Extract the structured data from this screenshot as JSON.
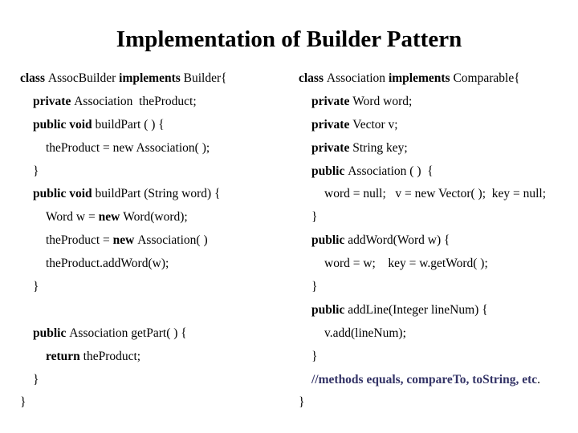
{
  "title": "Implementation of Builder Pattern",
  "colors": {
    "text": "#000000",
    "comment": "#333366",
    "background": "#ffffff"
  },
  "left_column": {
    "lines": [
      {
        "indent": 0,
        "segments": [
          {
            "text": "class ",
            "bold": true
          },
          {
            "text": "AssocBuilder ",
            "bold": false
          },
          {
            "text": "implements ",
            "bold": true
          },
          {
            "text": "Builder{",
            "bold": false
          }
        ]
      },
      {
        "indent": 1,
        "segments": [
          {
            "text": "private ",
            "bold": true
          },
          {
            "text": "Association  theProduct;",
            "bold": false
          }
        ]
      },
      {
        "indent": 1,
        "segments": [
          {
            "text": "public void ",
            "bold": true
          },
          {
            "text": "buildPart ( ) {",
            "bold": false
          }
        ]
      },
      {
        "indent": 2,
        "segments": [
          {
            "text": "theProduct = new Association( );",
            "bold": false
          }
        ]
      },
      {
        "indent": 1,
        "segments": [
          {
            "text": "}",
            "bold": false
          }
        ]
      },
      {
        "indent": 1,
        "segments": [
          {
            "text": "public void ",
            "bold": true
          },
          {
            "text": "buildPart (String word) {",
            "bold": false
          }
        ]
      },
      {
        "indent": 2,
        "segments": [
          {
            "text": "Word w = ",
            "bold": false
          },
          {
            "text": "new ",
            "bold": true
          },
          {
            "text": "Word(word);",
            "bold": false
          }
        ]
      },
      {
        "indent": 2,
        "segments": [
          {
            "text": "theProduct = ",
            "bold": false
          },
          {
            "text": "new ",
            "bold": true
          },
          {
            "text": "Association( )",
            "bold": false
          }
        ]
      },
      {
        "indent": 2,
        "segments": [
          {
            "text": "theProduct.addWord(w);",
            "bold": false
          }
        ]
      },
      {
        "indent": 1,
        "segments": [
          {
            "text": "}",
            "bold": false
          }
        ]
      },
      {
        "indent": 0,
        "segments": []
      },
      {
        "indent": 1,
        "segments": [
          {
            "text": "public ",
            "bold": true
          },
          {
            "text": "Association getPart( ) {",
            "bold": false
          }
        ]
      },
      {
        "indent": 2,
        "segments": [
          {
            "text": "return ",
            "bold": true
          },
          {
            "text": "theProduct;",
            "bold": false
          }
        ]
      },
      {
        "indent": 1,
        "segments": [
          {
            "text": "}",
            "bold": false
          }
        ]
      },
      {
        "indent": 0,
        "segments": [
          {
            "text": "}",
            "bold": false
          }
        ]
      }
    ]
  },
  "right_column": {
    "lines": [
      {
        "indent": 0,
        "segments": [
          {
            "text": "class ",
            "bold": true
          },
          {
            "text": "Association ",
            "bold": false
          },
          {
            "text": "implements ",
            "bold": true
          },
          {
            "text": "Comparable{",
            "bold": false
          }
        ]
      },
      {
        "indent": 1,
        "segments": [
          {
            "text": "private ",
            "bold": true
          },
          {
            "text": "Word word;",
            "bold": false
          }
        ]
      },
      {
        "indent": 1,
        "segments": [
          {
            "text": "private ",
            "bold": true
          },
          {
            "text": "Vector v;",
            "bold": false
          }
        ]
      },
      {
        "indent": 1,
        "segments": [
          {
            "text": "private ",
            "bold": true
          },
          {
            "text": "String key;",
            "bold": false
          }
        ]
      },
      {
        "indent": 1,
        "segments": [
          {
            "text": "public ",
            "bold": true
          },
          {
            "text": "Association ( )  {",
            "bold": false
          }
        ]
      },
      {
        "indent": 2,
        "segments": [
          {
            "text": "word = null;   v = new Vector( );  key = null;",
            "bold": false
          }
        ]
      },
      {
        "indent": 1,
        "segments": [
          {
            "text": "}",
            "bold": false
          }
        ]
      },
      {
        "indent": 1,
        "segments": [
          {
            "text": "public ",
            "bold": true
          },
          {
            "text": "addWord(Word w) {",
            "bold": false
          }
        ]
      },
      {
        "indent": 2,
        "segments": [
          {
            "text": "word = w;    key = w.getWord( );",
            "bold": false
          }
        ]
      },
      {
        "indent": 1,
        "segments": [
          {
            "text": "}",
            "bold": false
          }
        ]
      },
      {
        "indent": 1,
        "segments": [
          {
            "text": "public ",
            "bold": true
          },
          {
            "text": "addLine(Integer lineNum) {",
            "bold": false
          }
        ]
      },
      {
        "indent": 2,
        "segments": [
          {
            "text": "v.add(lineNum);",
            "bold": false
          }
        ]
      },
      {
        "indent": 1,
        "segments": [
          {
            "text": "}",
            "bold": false
          }
        ]
      },
      {
        "indent": 1,
        "segments": [
          {
            "text": "//methods equals, compareTo, toString, etc",
            "bold": true,
            "color": "comment"
          },
          {
            "text": ".",
            "bold": false
          }
        ]
      },
      {
        "indent": 0,
        "segments": [
          {
            "text": "}",
            "bold": false
          }
        ]
      }
    ]
  }
}
